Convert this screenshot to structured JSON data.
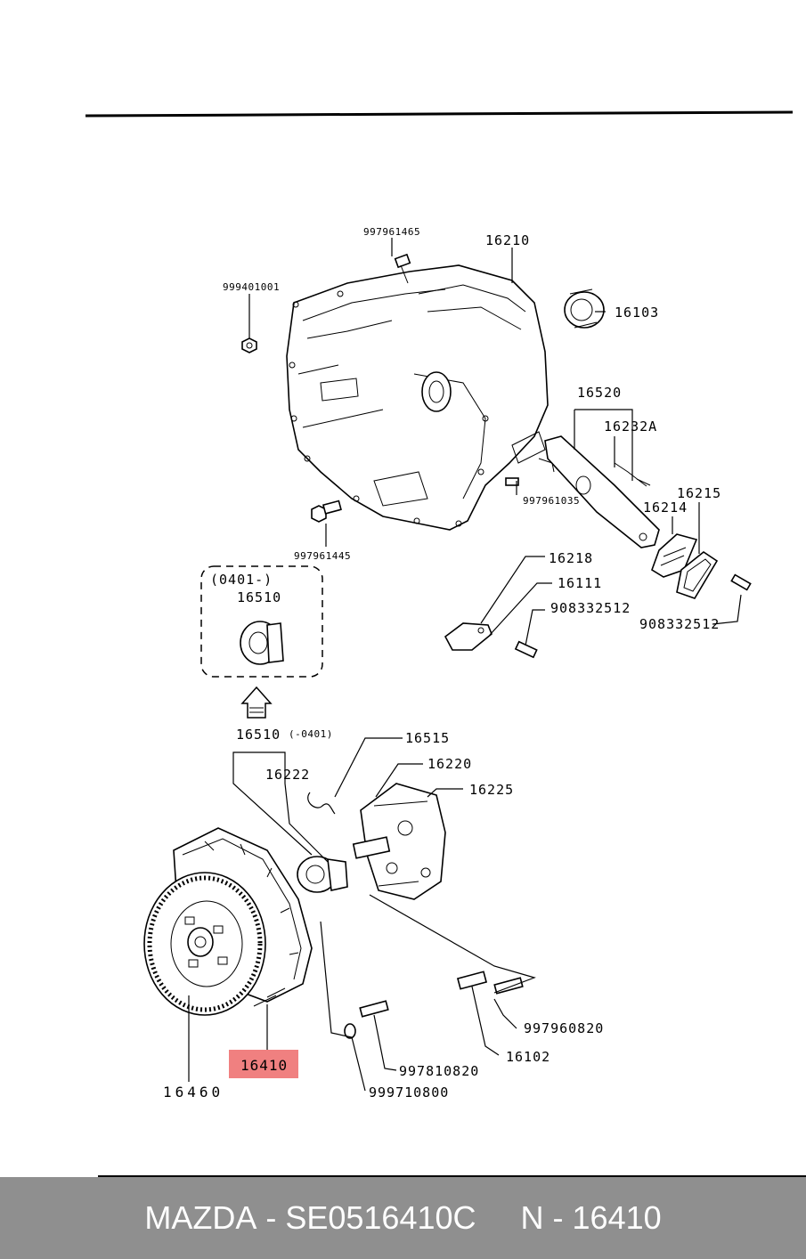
{
  "labels": {
    "p997961465": "997961465",
    "p16210": "16210",
    "p999401001": "999401001",
    "p16103": "16103",
    "p16520": "16520",
    "p16232A": "16232A",
    "p997961035": "997961035",
    "p16215": "16215",
    "p16214": "16214",
    "p997961445": "997961445",
    "p16218": "16218",
    "p16111": "16111",
    "p908332512a": "908332512",
    "p908332512b": "908332512",
    "range_new": "(0401-)",
    "p16510_new": "16510",
    "p16510_old": "16510",
    "range_old": "(-0401)",
    "p16515": "16515",
    "p16220": "16220",
    "p16222": "16222",
    "p16225": "16225",
    "p997960820": "997960820",
    "p16102": "16102",
    "p997810820": "997810820",
    "p999710800": "999710800",
    "p16460": "16460",
    "p16410": "16410"
  },
  "highlight": {
    "part": "16410",
    "color": "#f08080"
  },
  "footer": {
    "brand": "MAZDA",
    "sep1": " - ",
    "part_number": "SE0516410C",
    "gap": "     ",
    "ref_prefix": "N",
    "sep2": " - ",
    "ref_number": "16410",
    "background": "#8f8f8f"
  }
}
